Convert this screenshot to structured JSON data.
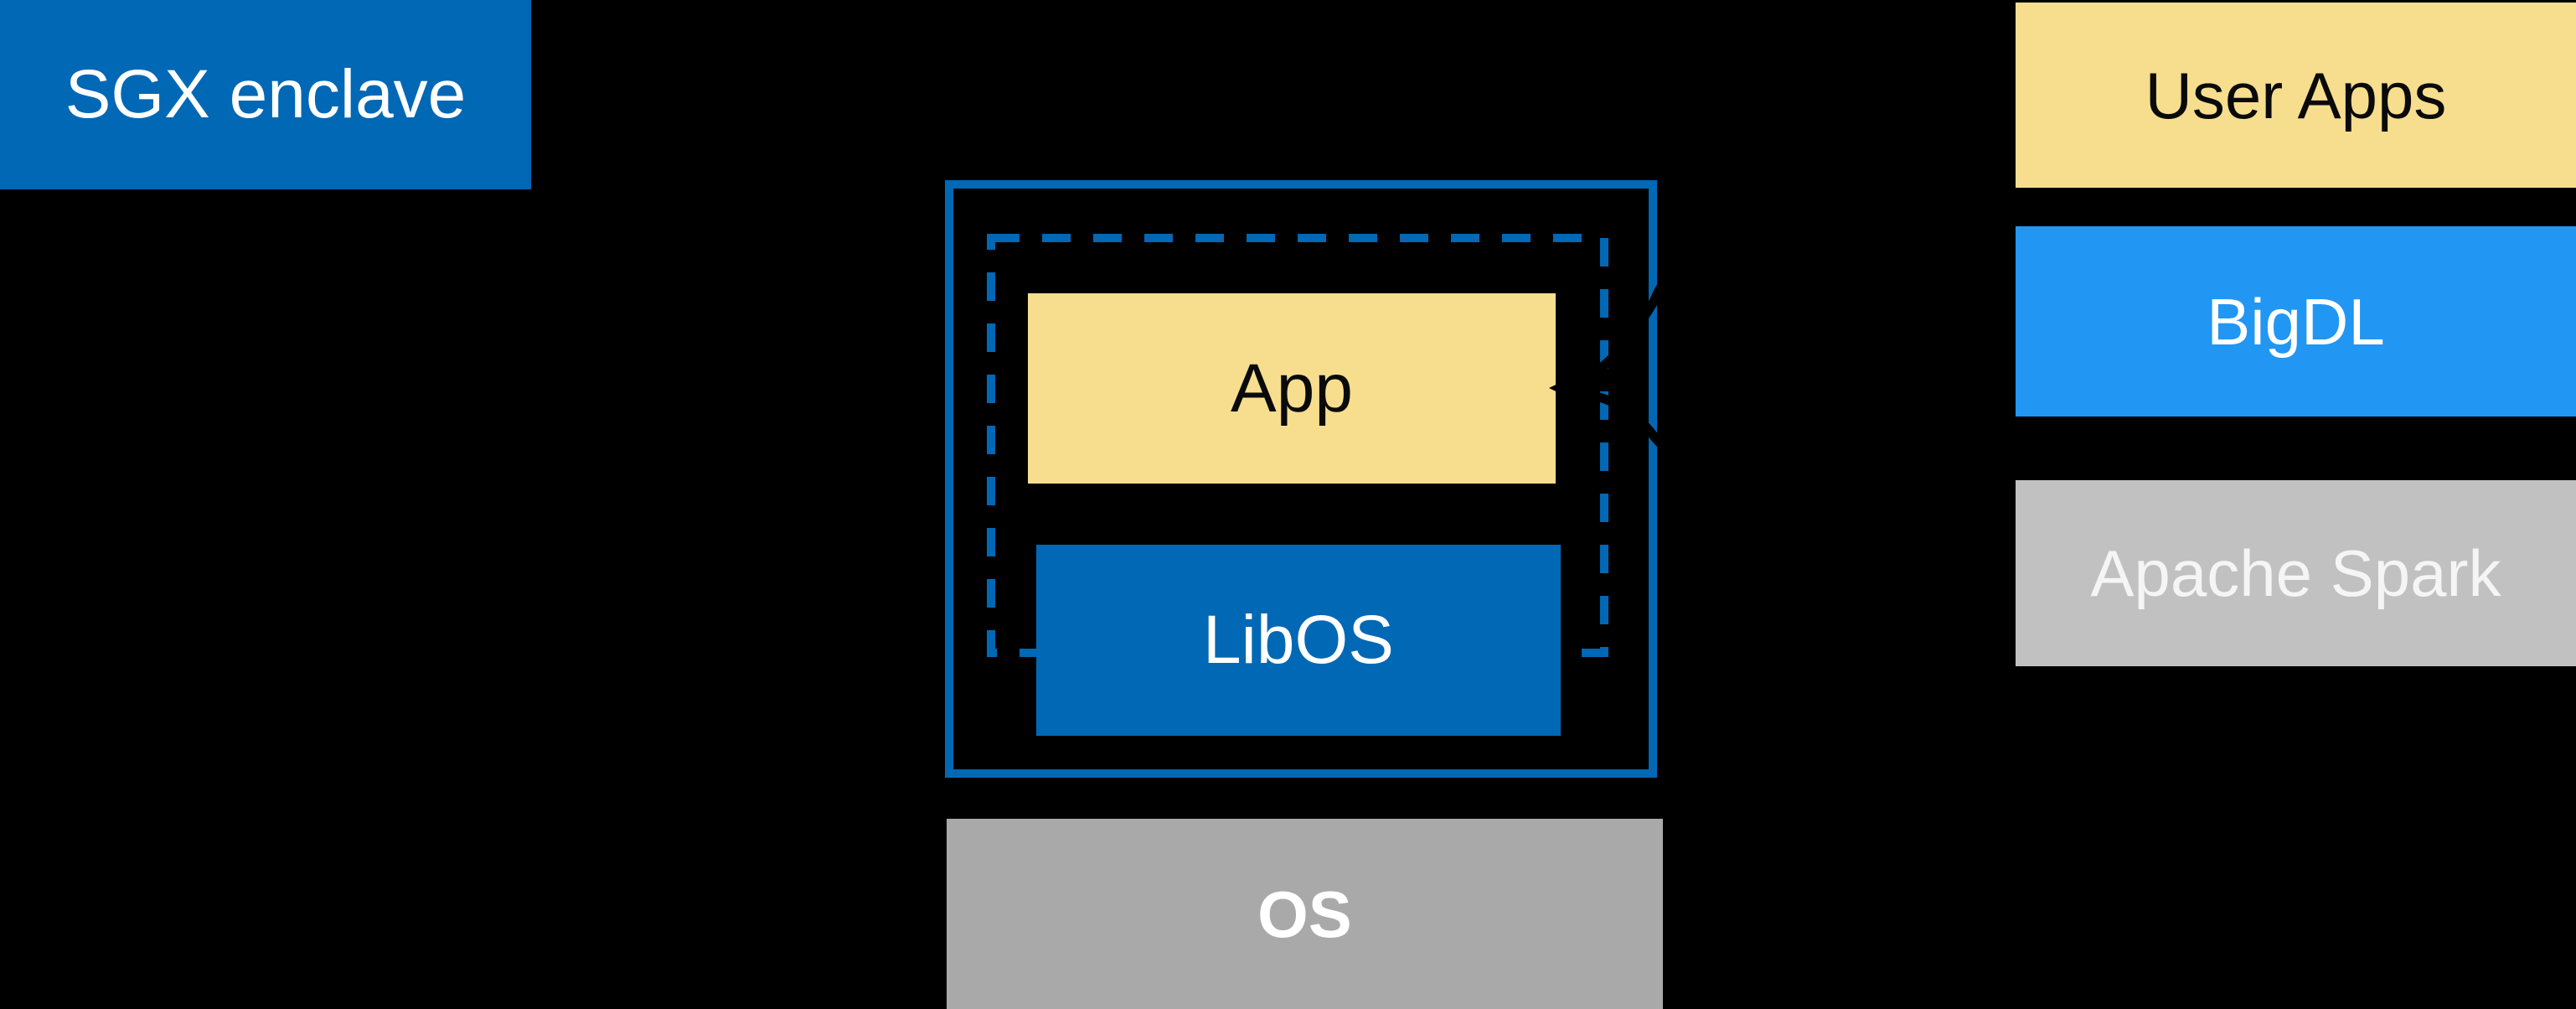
{
  "palette": {
    "background": "#000000",
    "intel_blue": "#0068B5",
    "bigdl_blue": "#2196F3",
    "app_yellow": "#F6DE8E",
    "os_gray": "#A9A9A9",
    "spark_gray": "#C1C1C1",
    "light_text": "#FFFFFF",
    "dark_text": "#0A0A0A",
    "spark_text": "#F5F5F5",
    "arrow_black": "#000000"
  },
  "diagram": {
    "sgx_label_box": {
      "label": "SGX enclave"
    },
    "enclave": {
      "app_label": "App",
      "libos_label": "LibOS"
    },
    "os_box": {
      "label": "OS"
    },
    "right_stack": [
      {
        "label": "User Apps"
      },
      {
        "label": "BigDL"
      },
      {
        "label": "Apache Spark"
      }
    ]
  }
}
